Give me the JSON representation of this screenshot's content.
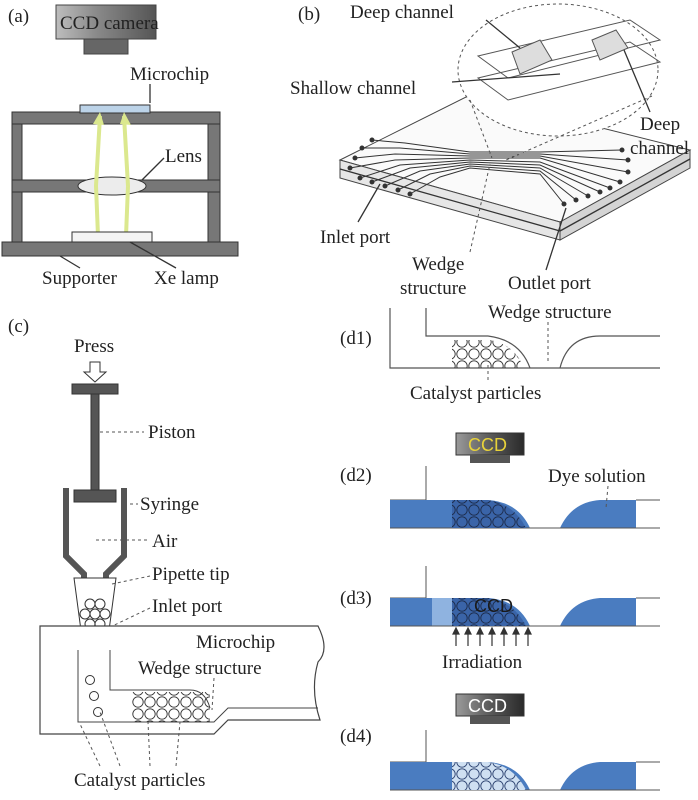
{
  "panels": {
    "a": {
      "tag": "(a)",
      "ccd_label": "CCD camera",
      "microchip_label": "Microchip",
      "lens_label": "Lens",
      "supporter_label": "Supporter",
      "xe_label": "Xe lamp"
    },
    "b": {
      "tag": "(b)",
      "deep_channel_top": "Deep channel",
      "shallow_channel": "Shallow channel",
      "deep_channel_right_1": "Deep",
      "deep_channel_right_2": "channel",
      "inlet_port": "Inlet port",
      "wedge_1": "Wedge",
      "wedge_2": "structure",
      "outlet_port": "Outlet port"
    },
    "c": {
      "tag": "(c)",
      "press": "Press",
      "piston": "Piston",
      "syringe": "Syringe",
      "air": "Air",
      "pipette_tip": "Pipette tip",
      "inlet_port": "Inlet port",
      "microchip": "Microchip",
      "wedge_structure": "Wedge structure",
      "catalyst_particles": "Catalyst particles"
    },
    "d1": {
      "tag": "(d1)",
      "wedge_structure": "Wedge structure",
      "catalyst_particles": "Catalyst particles"
    },
    "d2": {
      "tag": "(d2)",
      "ccd": "CCD",
      "dye_solution": "Dye solution"
    },
    "d3": {
      "tag": "(d3)",
      "ccd": "CCD",
      "irradiation": "Irradiation"
    },
    "d4": {
      "tag": "(d4)",
      "ccd": "CCD"
    }
  },
  "colors": {
    "dye": "#4a7cc0",
    "ccd_text_d2": "#e8d23a",
    "ccd_text_d4": "#ffffff",
    "light_ray": "#e6f0a0"
  }
}
